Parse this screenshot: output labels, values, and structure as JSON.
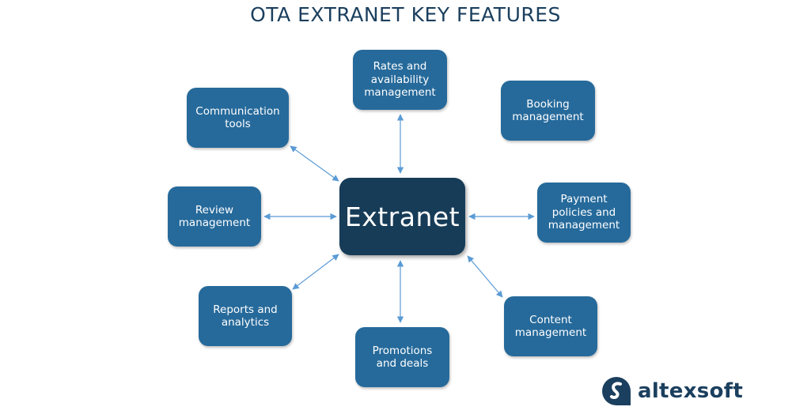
{
  "title": "OTA EXTRANET KEY FEATURES",
  "center": {
    "label": "Extranet",
    "color": "#173c58"
  },
  "colors": {
    "box": "#266a9b",
    "arrow": "#5b9bd5",
    "title": "#1b3f5e"
  },
  "features": [
    {
      "id": "rates",
      "label": "Rates and\navailability\nmanagement",
      "connected": true
    },
    {
      "id": "booking",
      "label": "Booking\nmanagement",
      "connected": false
    },
    {
      "id": "payment",
      "label": "Payment\npolicies and\nmanagement",
      "connected": true
    },
    {
      "id": "content",
      "label": "Content\nmanagement",
      "connected": true
    },
    {
      "id": "promotions",
      "label": "Promotions\nand deals",
      "connected": true
    },
    {
      "id": "reports",
      "label": "Reports and\nanalytics",
      "connected": true
    },
    {
      "id": "review",
      "label": "Review\nmanagement",
      "connected": true
    },
    {
      "id": "communication",
      "label": "Communication\ntools",
      "connected": true
    }
  ],
  "logo": {
    "text": "altexsoft",
    "icon": "altexsoft-logo-icon"
  }
}
